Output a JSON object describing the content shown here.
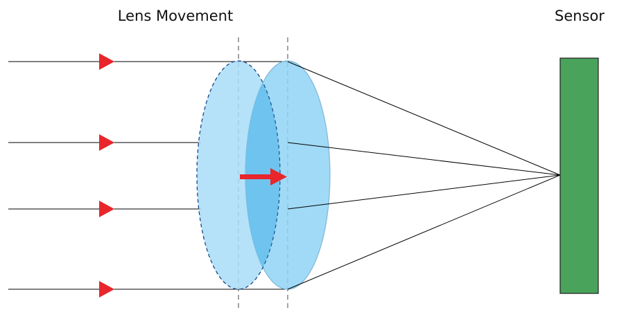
{
  "labels": {
    "lens_movement": "Lens Movement",
    "sensor": "Sensor"
  },
  "colors": {
    "ray_line": "#000000",
    "ray_arrow": "#e8262b",
    "movement_arrow": "#e8262b",
    "lens_original": "#a8ddf7",
    "lens_original_stroke": "#1f4e8c",
    "lens_moved": "#8fd3f4",
    "lens_moved_stroke": "#7fb6d8",
    "lens_overlap": "#6ec3ef",
    "sensor_fill": "#4aa35a",
    "sensor_stroke": "#1d1d1d",
    "guide_line": "#444444"
  },
  "counts": {
    "incoming_rays": 4
  }
}
